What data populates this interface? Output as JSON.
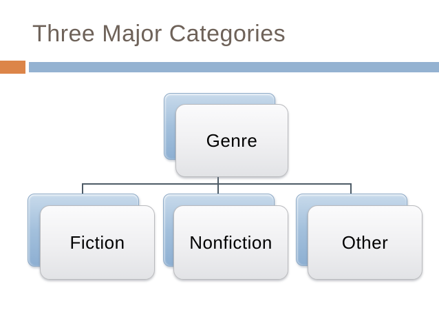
{
  "colors": {
    "title": "#6E6259",
    "accent-orange": "#DC8549",
    "accent-blue": "#94B2D1",
    "card-blue-top": "#C8DAEB",
    "card-blue-mid": "#A3C0DC",
    "card-blue-bottom": "#8DAFD2",
    "card-blue-border": "#8CA9C6",
    "card-front-top": "#FBFBFC",
    "card-front-bottom": "#E2E3E6",
    "card-border": "#B9BABD",
    "connector": "#4D5B66",
    "node-text": "#000000"
  },
  "slide": {
    "title": "Three Major Categories"
  },
  "diagram": {
    "type": "hierarchy",
    "root": {
      "label": "Genre"
    },
    "children": [
      {
        "label": "Fiction"
      },
      {
        "label": "Nonfiction"
      },
      {
        "label": "Other"
      }
    ]
  }
}
